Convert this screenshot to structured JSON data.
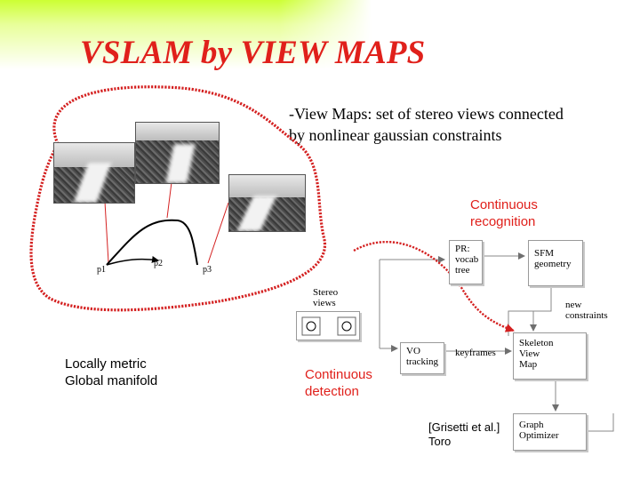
{
  "title": "VSLAM by VIEW MAPS",
  "description": [
    "-View Maps: set of stereo views connected",
    "by nonlinear gaussian constraints"
  ],
  "labels": {
    "continuous_recognition": [
      "Continuous",
      "recognition"
    ],
    "continuous_detection": [
      "Continuous",
      "detection"
    ],
    "locally_metric": [
      "Locally metric",
      "Global manifold"
    ],
    "reference": [
      "[Grisetti et al.]",
      "Toro"
    ]
  },
  "poses": [
    "p1",
    "p2",
    "p3"
  ],
  "diagram": {
    "pr": [
      "PR:",
      "vocab",
      "tree"
    ],
    "sfm": [
      "SFM",
      "geometry"
    ],
    "stereo": [
      "Stereo",
      "views"
    ],
    "new_constraints": [
      "new",
      "constraints"
    ],
    "vo": [
      "VO",
      "tracking"
    ],
    "keyframes": "keyframes",
    "skeleton": [
      "Skeleton",
      "View",
      "Map"
    ],
    "graph": [
      "Graph",
      "Optimizer"
    ]
  },
  "colors": {
    "title": "#e0201b",
    "loop": "#d42020",
    "arrow_red": "#d42020",
    "corner": "#ccff33"
  }
}
